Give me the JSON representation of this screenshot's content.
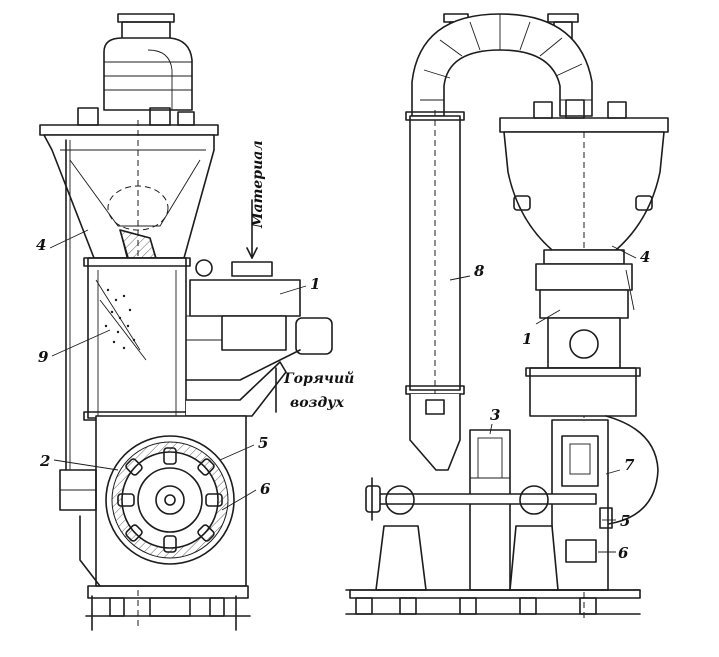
{
  "left_view": {
    "labels": {
      "n1": "1",
      "n2": "2",
      "n4": "4",
      "n5": "5",
      "n6": "6",
      "n9": "9"
    },
    "material": "Материал",
    "hot_air_line1": "Горячий",
    "hot_air_line2": "воздух"
  },
  "right_view": {
    "labels": {
      "n1": "1",
      "n3": "3",
      "n4": "4",
      "n5": "5",
      "n6": "6",
      "n7": "7",
      "n8": "8"
    }
  }
}
